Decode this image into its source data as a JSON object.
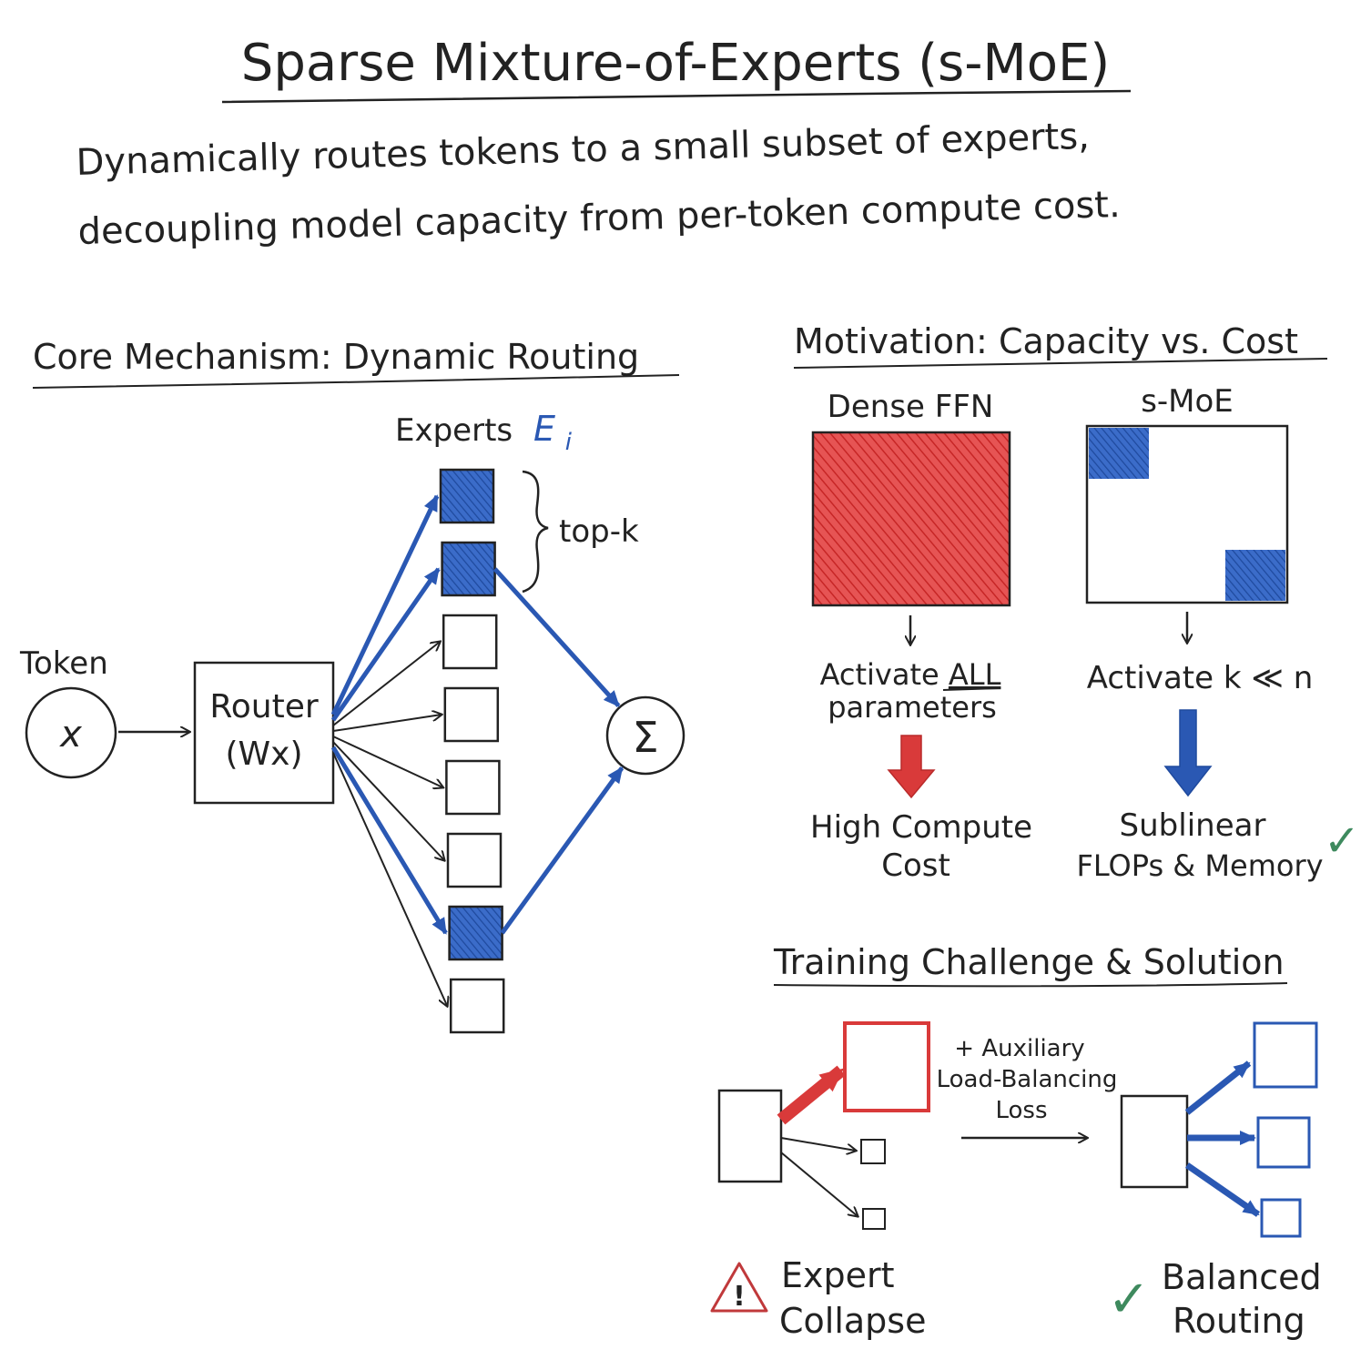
{
  "title": "Sparse Mixture-of-Experts (s-MoE)",
  "subtitle_line1": "Dynamically routes tokens to a small subset of experts,",
  "subtitle_line2": "decoupling model capacity from per-token compute cost.",
  "core": {
    "heading": "Core Mechanism: Dynamic Routing",
    "token_label": "Token",
    "token_symbol": "x",
    "router_line1": "Router",
    "router_line2": "(Wx)",
    "experts_label": "Experts",
    "experts_symbol": "E",
    "experts_subscript": "i",
    "topk_label": "top-k",
    "sum_symbol": "Σ",
    "experts": [
      {
        "active": true
      },
      {
        "active": true
      },
      {
        "active": false
      },
      {
        "active": false
      },
      {
        "active": false
      },
      {
        "active": false
      },
      {
        "active": true
      },
      {
        "active": false
      }
    ]
  },
  "motivation": {
    "heading": "Motivation: Capacity vs. Cost",
    "dense_label": "Dense FFN",
    "smoe_label": "s-MoE",
    "dense_activate_line1_prefix": "Activate ",
    "dense_activate_line1_emph": "ALL",
    "dense_activate_line2": "parameters",
    "smoe_activate": "Activate k ≪ n",
    "dense_result_line1": "High Compute",
    "dense_result_line2": "Cost",
    "smoe_result_line1": "Sublinear",
    "smoe_result_line2": "FLOPs & Memory",
    "check_symbol": "✓"
  },
  "training": {
    "heading": "Training Challenge & Solution",
    "aux_line1": "+ Auxiliary",
    "aux_line2": "Load-Balancing",
    "aux_line3": "Loss",
    "warning_symbol": "!",
    "collapse_line1": "Expert",
    "collapse_line2": "Collapse",
    "balanced_line1": "Balanced",
    "balanced_line2": "Routing",
    "check_symbol": "✓"
  },
  "colors": {
    "ink": "#222222",
    "blue": "#2a58b3",
    "red": "#d93a3a",
    "green": "#3e8a5e"
  }
}
